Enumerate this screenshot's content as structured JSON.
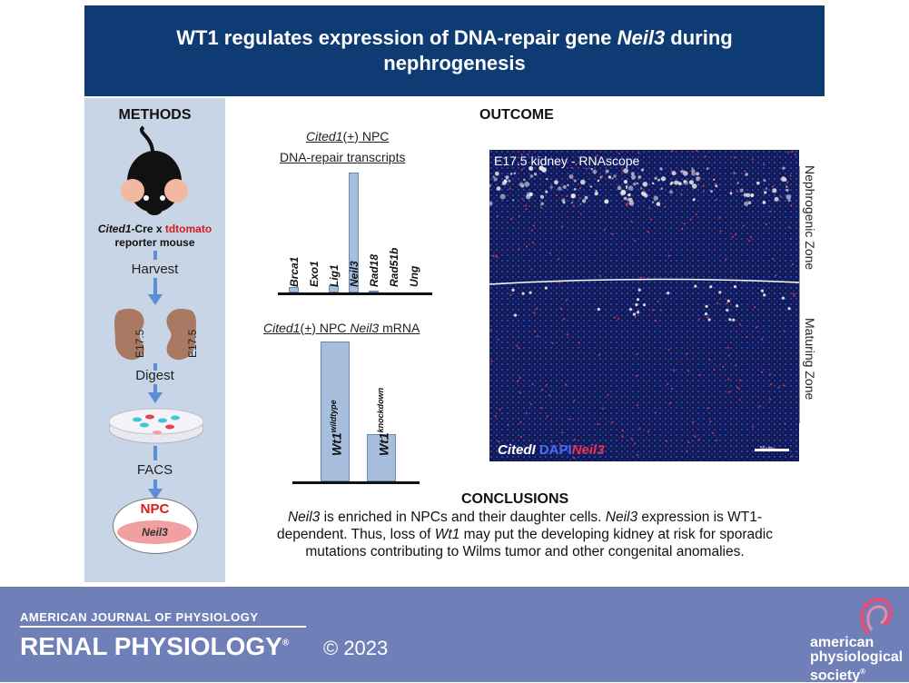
{
  "header": {
    "title_a": "WT1 regulates expression of DNA-repair gene ",
    "title_gene": "Neil3",
    "title_b": " during nephrogenesis"
  },
  "methods": {
    "heading": "METHODS",
    "mouse_gene": "Cited1",
    "mouse_cross": "-Cre x ",
    "mouse_reporter": "tdtomato",
    "mouse_line2": "reporter mouse",
    "steps": [
      "Harvest",
      "Digest",
      "FACS"
    ],
    "stage_left": "E17.5",
    "stage_right": "E17.5",
    "npc_label": "NPC",
    "npc_gene": "Neil3"
  },
  "outcome": {
    "heading": "OUTCOME"
  },
  "chart1": {
    "title_gene": "Cited1",
    "title_rest": "(+) NPC",
    "subtitle": "DNA-repair transcripts"
  },
  "chart2": {
    "title_gene": "Cited1",
    "title_mid": "(+) NPC ",
    "title_gene2": "Neil3",
    "title_rest": " mRNA",
    "cat1_base": "Wt1",
    "cat1_sup": "wildtype",
    "cat2_base": "Wt1",
    "cat2_sup": "knockdown"
  },
  "chart_data": [
    {
      "type": "bar",
      "categories": [
        "Brca1",
        "Exo1",
        "Lig1",
        "Neil3",
        "Rad18",
        "Rad51b",
        "Ung"
      ],
      "values": [
        3,
        0,
        4,
        69,
        1,
        0,
        0
      ],
      "ylim": [
        0,
        70
      ]
    },
    {
      "type": "bar",
      "categories": [
        "Wt1 wildtype",
        "Wt1 knockdown"
      ],
      "values": [
        100,
        34
      ],
      "ylim": [
        0,
        100
      ]
    }
  ],
  "micro": {
    "label": "E17.5 kidney - RNAscope",
    "zone1": "Nephrogenic Zone",
    "zone2": "Maturing Zone",
    "legend_a": "CitedI",
    "legend_b": "DAPI",
    "legend_c": "Neil3",
    "scale": "50 µm",
    "dapi_color": "#4a6cf0",
    "neil3_color": "#e8334a"
  },
  "conclusions": {
    "heading": "CONCLUSIONS",
    "l1_g": "Neil3",
    "l1_a": " is enriched in NPCs and their daughter cells. ",
    "l1_g2": "Neil3",
    "l1_b": " expression is WT1-",
    "l2_a": "dependent. Thus, loss of ",
    "l2_g": "Wt1",
    "l2_b": " may put the developing kidney at risk for sporadic",
    "l3": "mutations contributing to Wilms tumor and other congenital anomalies."
  },
  "footer": {
    "journal_line1": "AMERICAN JOURNAL OF PHYSIOLOGY",
    "journal_line2": "RENAL PHYSIOLOGY",
    "reg": "®",
    "copyright": "© 2023",
    "society_l1": "american",
    "society_l2": "physiological",
    "society_l3": "society",
    "society_reg": "®"
  }
}
